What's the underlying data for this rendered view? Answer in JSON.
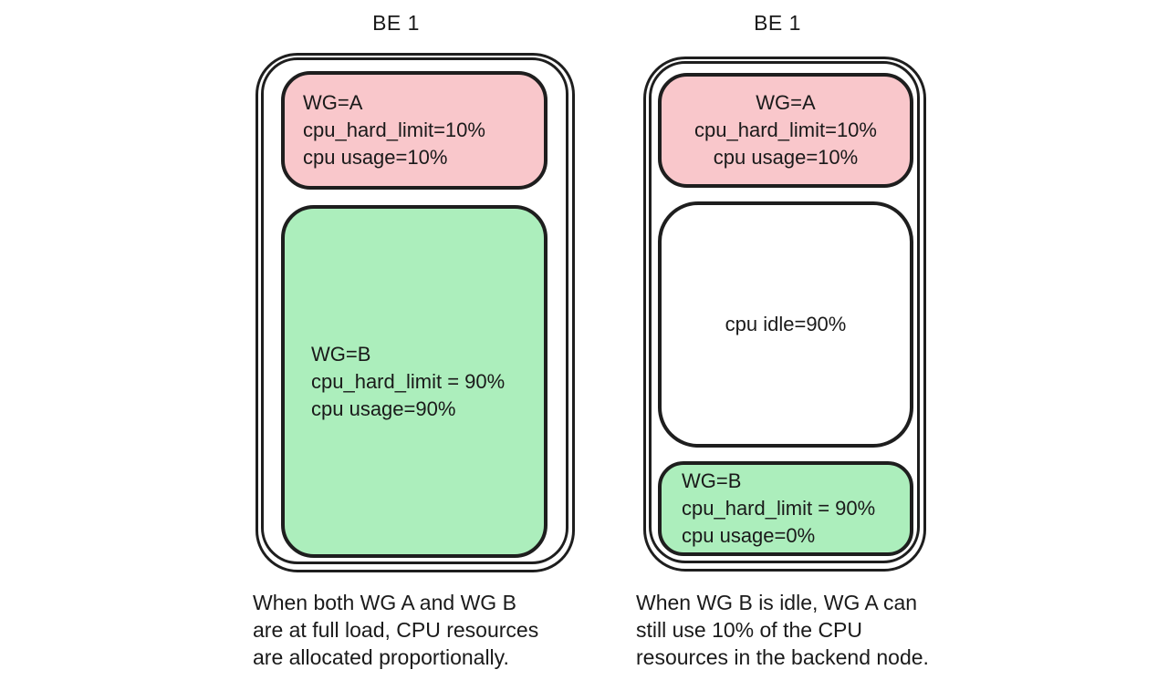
{
  "diagram": {
    "panels": [
      {
        "title": "BE 1",
        "boxes": [
          {
            "name": "WG A",
            "lines": [
              "WG=A",
              "cpu_hard_limit=10%",
              "cpu usage=10%"
            ]
          },
          {
            "name": "WG B",
            "lines": [
              "WG=B",
              "cpu_hard_limit = 90%",
              "cpu usage=90%"
            ]
          }
        ],
        "caption_lines": [
          "When both WG A and WG B",
          "are at full load, CPU resources",
          "are allocated proportionally."
        ]
      },
      {
        "title": "BE 1",
        "boxes": [
          {
            "name": "WG A",
            "lines": [
              "WG=A",
              "cpu_hard_limit=10%",
              "cpu usage=10%"
            ]
          },
          {
            "name": "CPU idle",
            "lines": [
              "cpu idle=90%"
            ]
          },
          {
            "name": "WG B",
            "lines": [
              "WG=B",
              "cpu_hard_limit = 90%",
              "cpu usage=0%"
            ]
          }
        ],
        "caption_lines": [
          "When WG B is idle, WG A can",
          "still use 10% of the CPU",
          "resources in the backend node."
        ]
      }
    ],
    "colors": {
      "wg_a_fill": "#f9c7cb",
      "wg_b_fill": "#aceebc",
      "idle_fill": "#ffffff",
      "stroke": "#1e1e1e",
      "text": "#1a1a1a"
    }
  }
}
